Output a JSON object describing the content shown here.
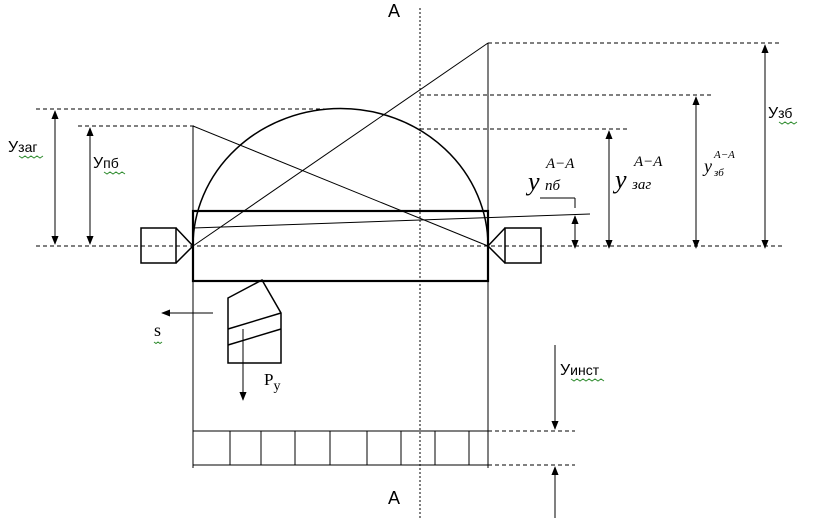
{
  "labels": {
    "section_top": "A",
    "section_bottom": "A",
    "y_zag_left": {
      "main": "У",
      "sub": "заг"
    },
    "y_pb_left": {
      "main": "У",
      "sub": "пб"
    },
    "y_zb_right": {
      "main": "У",
      "sub": "зб"
    },
    "y_inst": {
      "main": "У",
      "sub": "инст"
    },
    "y_pb_section": {
      "main": "y",
      "sub": "пб",
      "sup": "A−A"
    },
    "y_zag_section": {
      "main": "y",
      "sub": "заг",
      "sup": "A−A"
    },
    "y_zb_section": {
      "main": "y",
      "sub": "зб",
      "sup": "A−A"
    },
    "feed": "s",
    "force": {
      "main": "Р",
      "sub": "у"
    }
  }
}
